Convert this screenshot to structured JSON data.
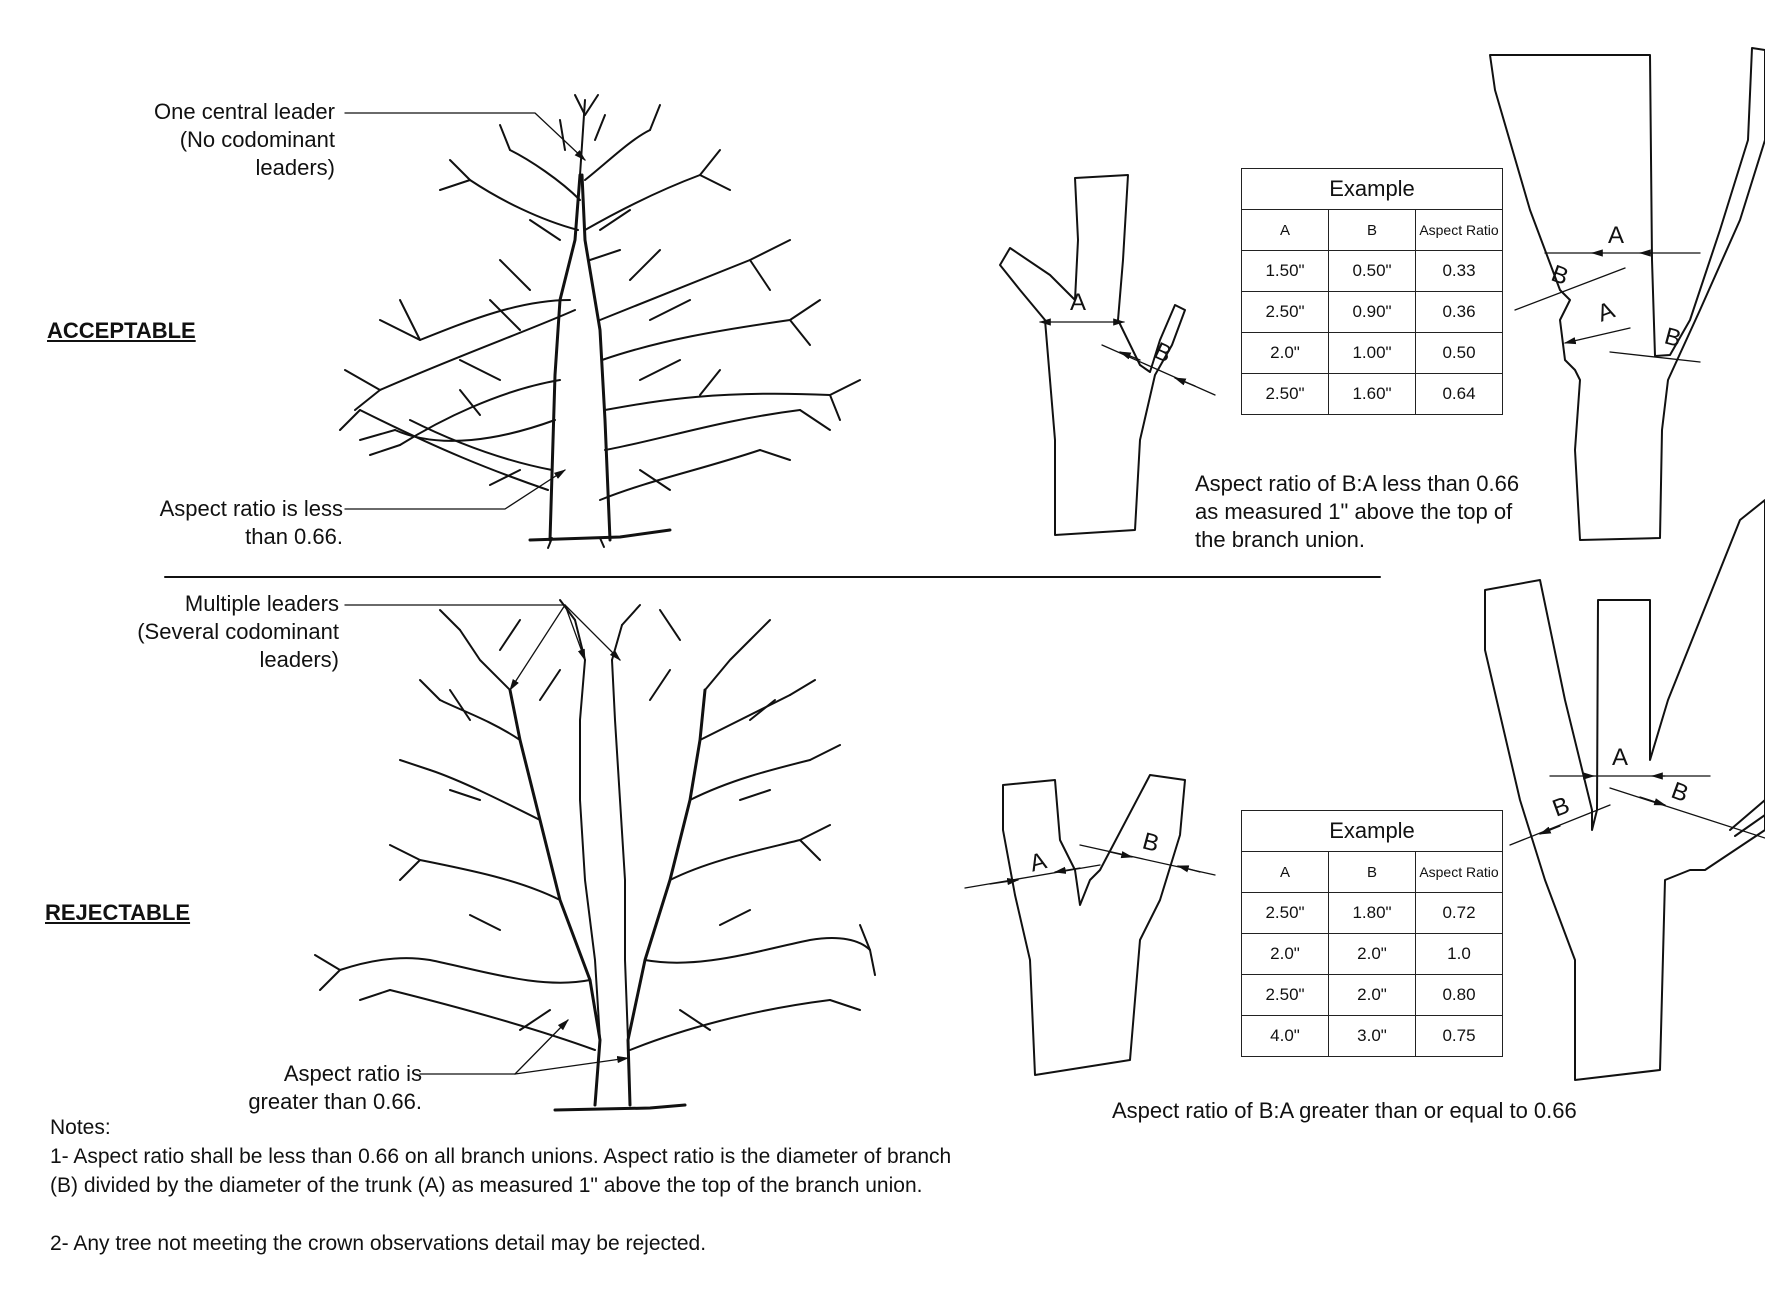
{
  "acceptable": {
    "heading": "ACCEPTABLE",
    "leader_callout": [
      "One central leader",
      "(No codominant",
      "leaders)"
    ],
    "aspect_callout": [
      "Aspect ratio is less",
      "than 0.66."
    ],
    "caption": [
      "Aspect ratio of B:A less than 0.66",
      "as measured 1\" above the top of",
      "the branch union."
    ],
    "table": {
      "title": "Example",
      "headers": [
        "A",
        "B",
        "Aspect Ratio"
      ],
      "rows": [
        [
          "1.50\"",
          "0.50\"",
          "0.33"
        ],
        [
          "2.50\"",
          "0.90\"",
          "0.36"
        ],
        [
          "2.0\"",
          "1.00\"",
          "0.50"
        ],
        [
          "2.50\"",
          "1.60\"",
          "0.64"
        ]
      ]
    }
  },
  "rejectable": {
    "heading": "REJECTABLE",
    "leader_callout": [
      "Multiple leaders",
      "(Several codominant",
      "leaders)"
    ],
    "aspect_callout": [
      "Aspect ratio is",
      "greater than 0.66."
    ],
    "caption": "Aspect ratio of B:A greater than or equal to 0.66",
    "table": {
      "title": "Example",
      "headers": [
        "A",
        "B",
        "Aspect Ratio"
      ],
      "rows": [
        [
          "2.50\"",
          "1.80\"",
          "0.72"
        ],
        [
          "2.0\"",
          "2.0\"",
          "1.0"
        ],
        [
          "2.50\"",
          "2.0\"",
          "0.80"
        ],
        [
          "4.0\"",
          "3.0\"",
          "0.75"
        ]
      ]
    }
  },
  "dimension_labels": {
    "a": "A",
    "b": "B"
  },
  "notes": {
    "heading": "Notes:",
    "note1": [
      "1- Aspect ratio shall be less than 0.66 on all branch unions. Aspect ratio is the diameter of branch",
      "(B) divided by the diameter of the trunk (A) as measured 1\" above the top of the branch union."
    ],
    "note2": "2- Any tree not meeting the crown observations detail may be rejected."
  }
}
